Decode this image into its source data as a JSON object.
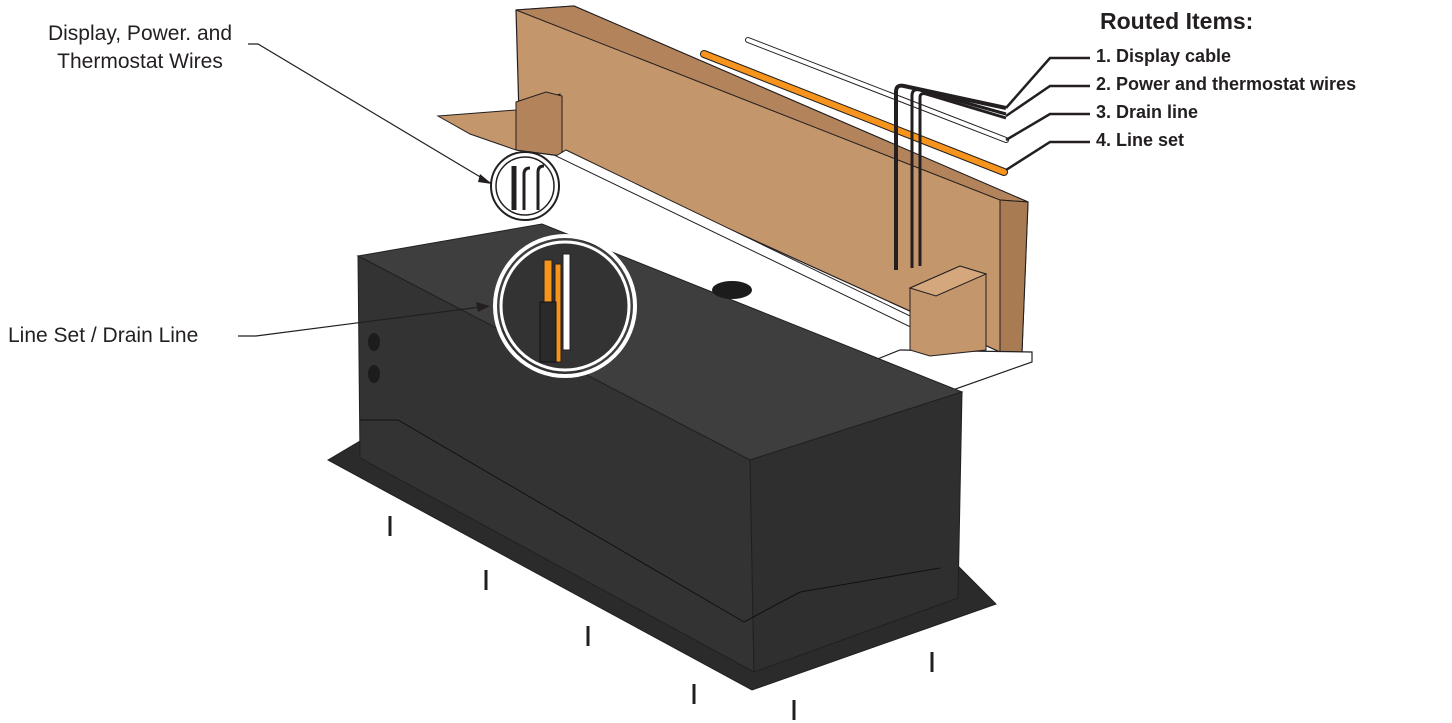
{
  "callouts": {
    "wires_line1": "Display, Power. and",
    "wires_line2": "Thermostat Wires",
    "lineset_drain": "Line Set / Drain Line"
  },
  "legend": {
    "title": "Routed Items:",
    "items": [
      "1. Display cable",
      "2. Power and thermostat wires",
      "3. Drain line",
      "4. Line set"
    ]
  },
  "colors": {
    "cabinet": "#3a3a3a",
    "flange": "#2b2b2b",
    "wood": "#c4966b",
    "wood_edge": "#a87b52",
    "line_set": "#f7941d",
    "drain": "#ffffff",
    "cable": "#231f20"
  }
}
